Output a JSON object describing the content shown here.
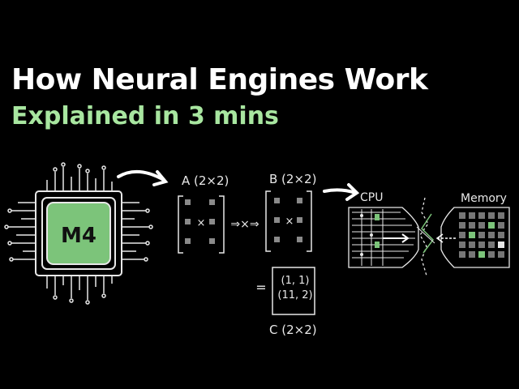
{
  "header": {
    "title": "How Neural Engines Work",
    "subtitle": "Explained in 3 mins"
  },
  "chip": {
    "label": "M4"
  },
  "matrix_a": {
    "label": "A (2×2)",
    "op": "×"
  },
  "between_ops": "⇒×⇒",
  "matrix_b": {
    "label": "B (2×2)",
    "op": "×"
  },
  "result": {
    "equals": "=",
    "row1": "(1, 1)",
    "row2": "(11, 2)",
    "label": "C (2×2)"
  },
  "cpu": {
    "label": "CPU"
  },
  "memory": {
    "label": "Memory"
  },
  "colors": {
    "title": "#ffffff",
    "subtitle": "#a8e6a0",
    "accent": "#7cc47a",
    "line": "#e8e8e8"
  }
}
